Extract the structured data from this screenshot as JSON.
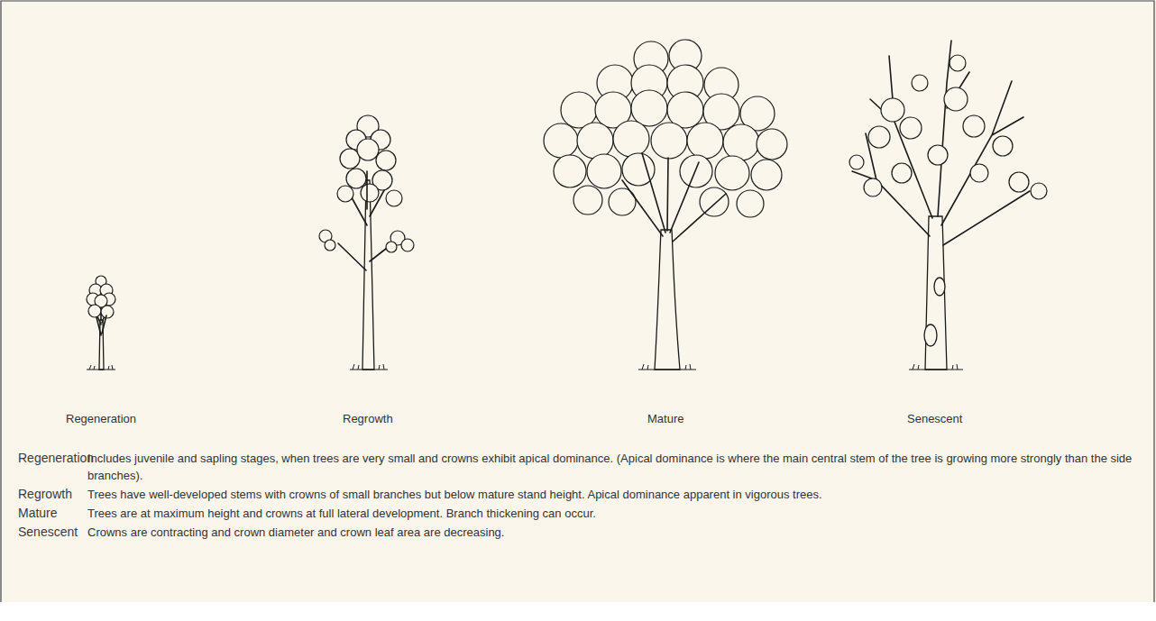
{
  "diagram": {
    "labels": [
      "Regeneration",
      "Regrowth",
      "Mature",
      "Senescent",
      "Regeneration",
      "Includes juvenile and sapling stages, when trees are very small and crowns exhibit apical dominance. (Apical dominance is where the main central stem of the tree is growing more strongly than the side branches).",
      "Regrowth",
      "Trees have well-developed stems with crowns of small branches but below mature stand height. Apical dominance apparent in vigorous trees.",
      "Mature",
      "Trees are at maximum height and crowns at full lateral development. Branch thickening can occur.",
      "Senescent",
      "Crowns are contracting and crown diameter and crown leaf area are decreasing."
    ]
  }
}
